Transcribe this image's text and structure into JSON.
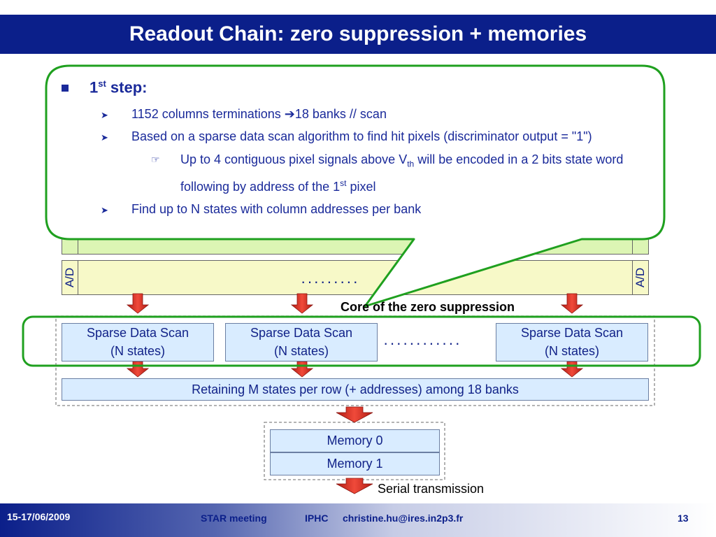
{
  "title": "Readout Chain: zero suppression + memories",
  "callout": {
    "step_label": "1",
    "step_sup": "st",
    "step_rest": " step:",
    "bullet1_a": "1152 columns terminations ",
    "bullet1_arrow": "➔",
    "bullet1_b": "18 banks // scan",
    "bullet2": "Based on a sparse data scan algorithm to find hit pixels (discriminator output = \"1\")",
    "sub_a": "Up to 4 contiguous pixel signals above V",
    "sub_sub": "th",
    "sub_b": " will be encoded in a 2 bits state word following by address of the 1",
    "sub_sup": "st",
    "sub_c": " pixel",
    "bullet3": "Find up to N states with column addresses per bank"
  },
  "diagram": {
    "ad_label": "A/D",
    "dots_row1": "·········",
    "dots_row2": "············",
    "core_label": "Core of the zero suppression",
    "sds_line1": "Sparse Data Scan",
    "sds_line2": "(N states)",
    "retain_label": "Retaining M states per row (+ addresses) among 18 banks",
    "memory0": "Memory 0",
    "memory1": "Memory 1",
    "serial_label": "Serial transmission"
  },
  "footer": {
    "date": "15-17/06/2009",
    "meeting": "STAR meeting",
    "lab": "IPHC",
    "email": "christine.hu@ires.in2p3.fr",
    "page": "13"
  },
  "colors": {
    "title_bg": "#0b1f8a",
    "callout_border": "#1fa01f",
    "arrow_red": "#e8352a",
    "box_fill": "#d9ecff",
    "ad_fill": "#f7f9c8",
    "matrix_fill": "#dcf5b4"
  }
}
